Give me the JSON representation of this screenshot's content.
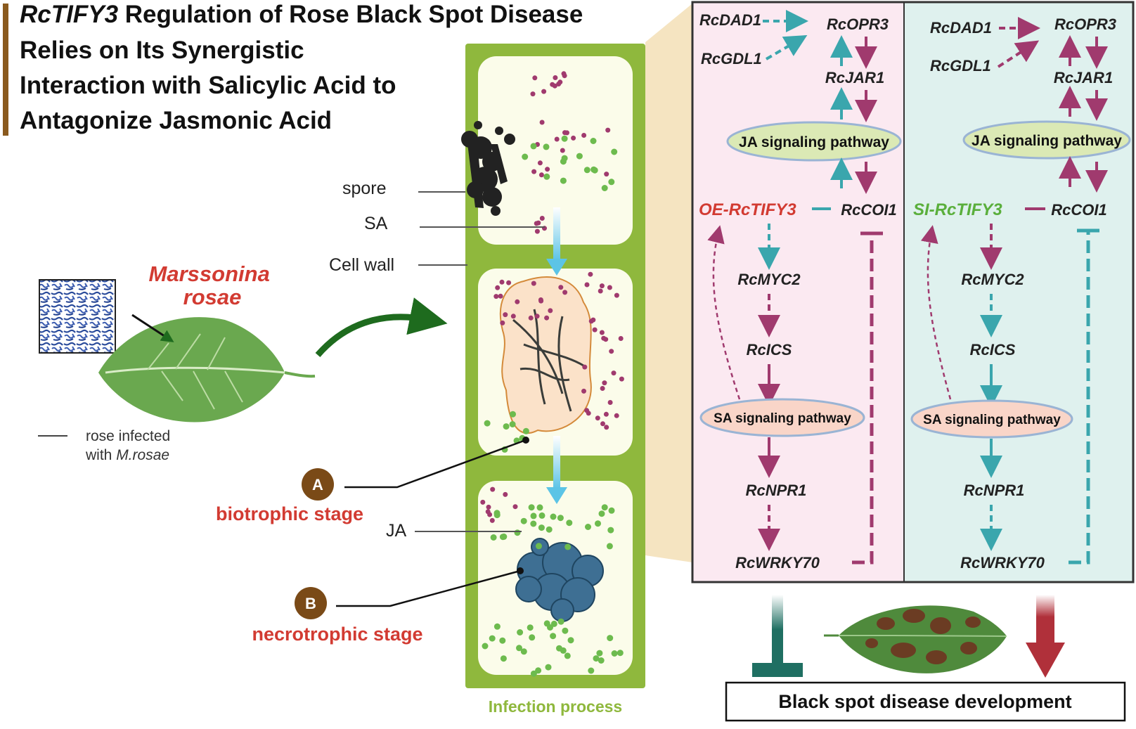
{
  "title": {
    "line1_italic": "RcTIFY3",
    "line1_rest": " Regulation of Rose Black Spot Disease",
    "line2": "Relies on Its Synergistic",
    "line3": "Interaction with Salicylic Acid to",
    "line4": "Antagonize Jasmonic Acid"
  },
  "leaf_panel": {
    "pathogen_line1": "Marssonina",
    "pathogen_line2": "rosae",
    "caption_line1": "rose infected",
    "caption_line2_prefix": "with ",
    "caption_line2_italic": "M.rosae"
  },
  "cell_labels": {
    "spore": "spore",
    "sa": "SA",
    "cell_wall": "Cell wall",
    "ja": "JA",
    "infection_process": "Infection process"
  },
  "stages": {
    "a_letter": "A",
    "a_label": "biotrophic stage",
    "b_letter": "B",
    "b_label": "necrotrophic stage"
  },
  "pathway_left": {
    "dad1": "RcDAD1",
    "gdl1": "RcGDL1",
    "opr3": "RcOPR3",
    "jar1": "RcJAR1",
    "ja_pathway": "JA signaling pathway",
    "tify3": "OE-RcTIFY3",
    "coi1": "RcCOI1",
    "myc2": "RcMYC2",
    "ics": "RcICS",
    "sa_pathway": "SA signaling pathway",
    "npr1": "RcNPR1",
    "wrky70": "RcWRKY70"
  },
  "pathway_right": {
    "dad1": "RcDAD1",
    "gdl1": "RcGDL1",
    "opr3": "RcOPR3",
    "jar1": "RcJAR1",
    "ja_pathway": "JA signaling pathway",
    "tify3": "SI-RcTIFY3",
    "coi1": "RcCOI1",
    "myc2": "RcMYC2",
    "ics": "RcICS",
    "sa_pathway": "SA signaling pathway",
    "npr1": "RcNPR1",
    "wrky70": "RcWRKY70"
  },
  "outcome": {
    "label": "Black spot disease development"
  },
  "colors": {
    "teal": "#3aa6ad",
    "magenta": "#a03a6e",
    "red_text": "#d23b32",
    "green_text": "#5aaf3c",
    "cell_wall": "#8fb83d",
    "left_panel_bg": "#fbe9f1",
    "right_panel_bg": "#dff1ee",
    "stage_circle": "#7a4a17",
    "title_bar": "#8a5a1e"
  }
}
